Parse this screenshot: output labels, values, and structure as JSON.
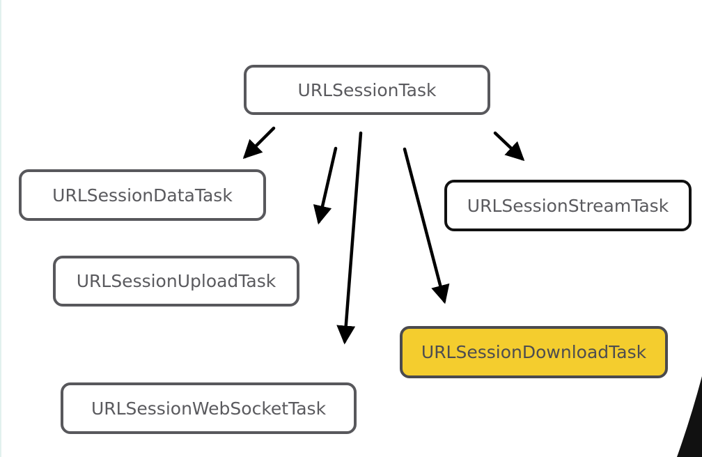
{
  "diagram": {
    "root": {
      "label": "URLSessionTask"
    },
    "children": [
      {
        "key": "data",
        "label": "URLSessionDataTask"
      },
      {
        "key": "upload",
        "label": "URLSessionUploadTask"
      },
      {
        "key": "websocket",
        "label": "URLSessionWebSocketTask"
      },
      {
        "key": "download",
        "label": "URLSessionDownloadTask",
        "highlighted": true,
        "highlight_color": "#f4cd2e"
      },
      {
        "key": "stream",
        "label": "URLSessionStreamTask"
      }
    ],
    "edges": [
      {
        "from": "URLSessionTask",
        "to": "URLSessionDataTask"
      },
      {
        "from": "URLSessionTask",
        "to": "URLSessionUploadTask"
      },
      {
        "from": "URLSessionTask",
        "to": "URLSessionWebSocketTask"
      },
      {
        "from": "URLSessionTask",
        "to": "URLSessionDownloadTask"
      },
      {
        "from": "URLSessionTask",
        "to": "URLSessionStreamTask"
      }
    ]
  }
}
